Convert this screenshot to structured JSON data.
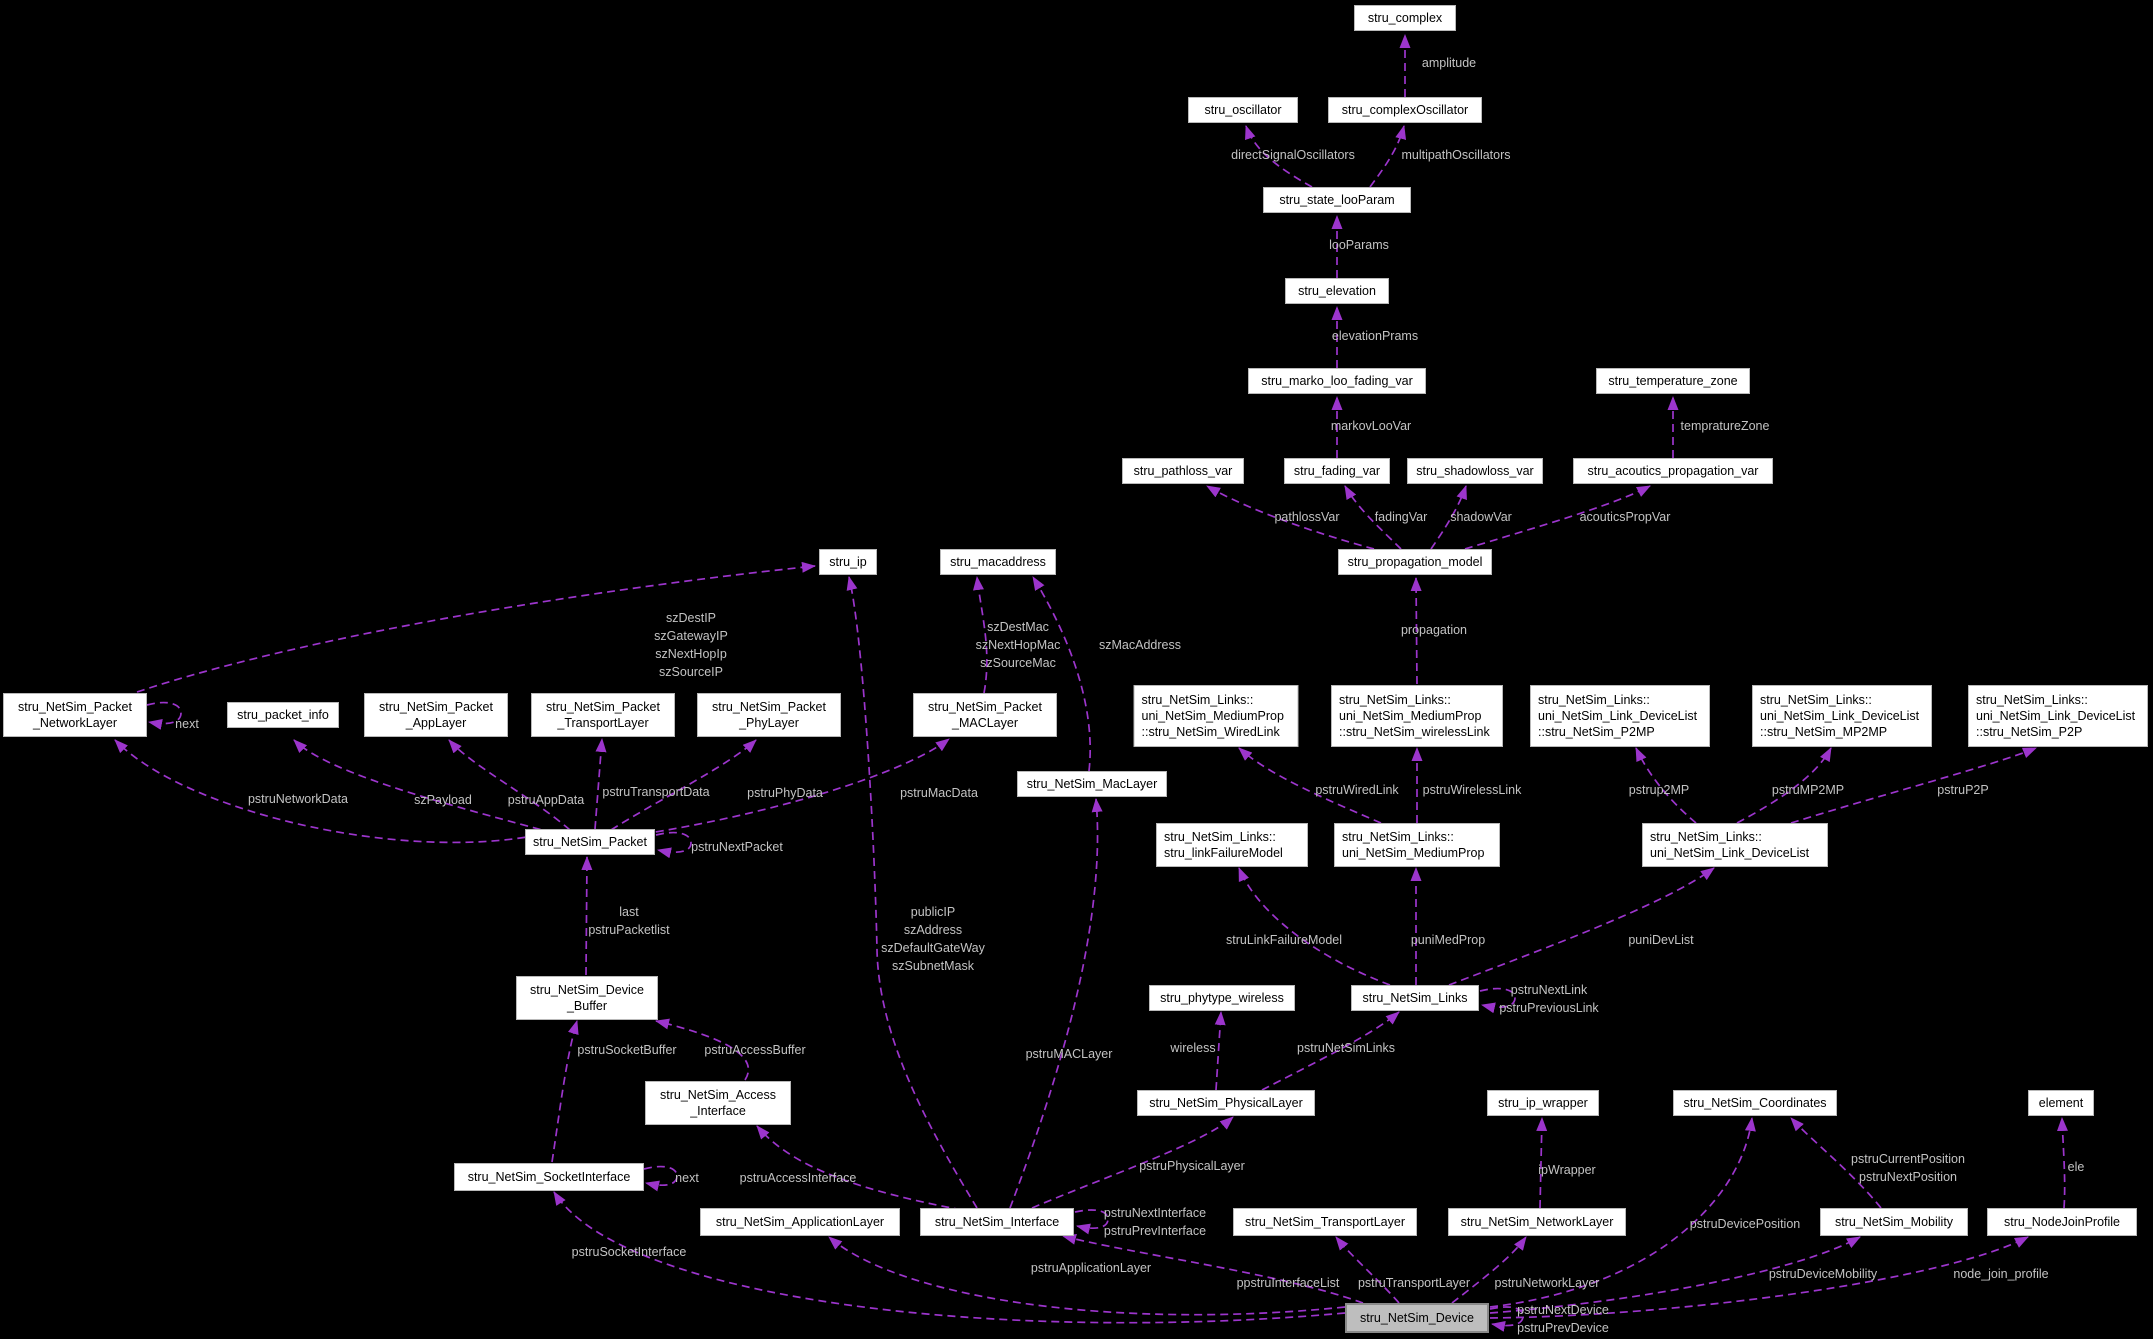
{
  "diagram": {
    "kind": "doxygen-collaboration-graph",
    "main_node": "stru_NetSim_Device"
  },
  "colors": {
    "background": "#000000",
    "edge": "#9c35cc",
    "edge_label": "#c3c3c3",
    "box_background": "#ffffff",
    "box_border": "#b9b9b9",
    "main_box_background": "#bebebe",
    "main_box_border": "#8a8a8a",
    "box_text": "#000000"
  },
  "nodes": [
    {
      "id": "complex",
      "label": "stru_complex"
    },
    {
      "id": "oscillator",
      "label": "stru_oscillator"
    },
    {
      "id": "complexOscillator",
      "label": "stru_complexOscillator"
    },
    {
      "id": "stateLooParam",
      "label": "stru_state_looParam"
    },
    {
      "id": "elevation",
      "label": "stru_elevation"
    },
    {
      "id": "marko",
      "label": "stru_marko_loo_fading_var"
    },
    {
      "id": "temperature",
      "label": "stru_temperature_zone"
    },
    {
      "id": "pathloss",
      "label": "stru_pathloss_var"
    },
    {
      "id": "fading",
      "label": "stru_fading_var"
    },
    {
      "id": "shadowloss",
      "label": "stru_shadowloss_var"
    },
    {
      "id": "acoutics",
      "label": "stru_acoutics_propagation_var"
    },
    {
      "id": "propmodel",
      "label": "stru_propagation_model"
    },
    {
      "id": "ip",
      "label": "stru_ip"
    },
    {
      "id": "macaddress",
      "label": "stru_macaddress"
    },
    {
      "id": "pktNetwork",
      "label": "stru_NetSim_Packet\n_NetworkLayer"
    },
    {
      "id": "packetInfo",
      "label": "stru_packet_info"
    },
    {
      "id": "pktApp",
      "label": "stru_NetSim_Packet\n_AppLayer"
    },
    {
      "id": "pktTransport",
      "label": "stru_NetSim_Packet\n_TransportLayer"
    },
    {
      "id": "pktPhy",
      "label": "stru_NetSim_Packet\n_PhyLayer"
    },
    {
      "id": "pktMac",
      "label": "stru_NetSim_Packet\n_MACLayer"
    },
    {
      "id": "wiredLink",
      "label": "stru_NetSim_Links::\nuni_NetSim_MediumProp\n::stru_NetSim_WiredLink"
    },
    {
      "id": "wirelessLink",
      "label": "stru_NetSim_Links::\nuni_NetSim_MediumProp\n::stru_NetSim_wirelessLink"
    },
    {
      "id": "p2mp",
      "label": "stru_NetSim_Links::\nuni_NetSim_Link_DeviceList\n::stru_NetSim_P2MP"
    },
    {
      "id": "mp2mp",
      "label": "stru_NetSim_Links::\nuni_NetSim_Link_DeviceList\n::stru_NetSim_MP2MP"
    },
    {
      "id": "p2p",
      "label": "stru_NetSim_Links::\nuni_NetSim_Link_DeviceList\n::stru_NetSim_P2P"
    },
    {
      "id": "macLayer",
      "label": "stru_NetSim_MacLayer"
    },
    {
      "id": "packet",
      "label": "stru_NetSim_Packet"
    },
    {
      "id": "linkFailure",
      "label": "stru_NetSim_Links::\nstru_linkFailureModel"
    },
    {
      "id": "mediumProp",
      "label": "stru_NetSim_Links::\nuni_NetSim_MediumProp"
    },
    {
      "id": "deviceList",
      "label": "stru_NetSim_Links::\nuni_NetSim_Link_DeviceList"
    },
    {
      "id": "buffer",
      "label": "stru_NetSim_Device\n_Buffer"
    },
    {
      "id": "phytype",
      "label": "stru_phytype_wireless"
    },
    {
      "id": "links",
      "label": "stru_NetSim_Links"
    },
    {
      "id": "access",
      "label": "stru_NetSim_Access\n_Interface"
    },
    {
      "id": "physical",
      "label": "stru_NetSim_PhysicalLayer"
    },
    {
      "id": "ipWrapperBox",
      "label": "stru_ip_wrapper"
    },
    {
      "id": "coordinates",
      "label": "stru_NetSim_Coordinates"
    },
    {
      "id": "element",
      "label": "element"
    },
    {
      "id": "socket",
      "label": "stru_NetSim_SocketInterface"
    },
    {
      "id": "appLayer",
      "label": "stru_NetSim_ApplicationLayer"
    },
    {
      "id": "interface",
      "label": "stru_NetSim_Interface"
    },
    {
      "id": "transportLayer",
      "label": "stru_NetSim_TransportLayer"
    },
    {
      "id": "networkLayer",
      "label": "stru_NetSim_NetworkLayer"
    },
    {
      "id": "mobility",
      "label": "stru_NetSim_Mobility"
    },
    {
      "id": "nodeJoin",
      "label": "stru_NodeJoinProfile"
    },
    {
      "id": "device",
      "label": "stru_NetSim_Device"
    }
  ],
  "edge_labels": [
    {
      "id": "amplitude",
      "text": "amplitude"
    },
    {
      "id": "directSignalOscillators",
      "text": "directSignalOscillators"
    },
    {
      "id": "multipathOscillators",
      "text": "multipathOscillators"
    },
    {
      "id": "looParams",
      "text": "looParams"
    },
    {
      "id": "elevationPrams",
      "text": "elevationPrams"
    },
    {
      "id": "markovLooVar",
      "text": "markovLooVar"
    },
    {
      "id": "tempratureZone",
      "text": "tempratureZone"
    },
    {
      "id": "pathlossVar",
      "text": "pathlossVar"
    },
    {
      "id": "fadingVar",
      "text": "fadingVar"
    },
    {
      "id": "shadowVar",
      "text": "shadowVar"
    },
    {
      "id": "acouticsPropVar",
      "text": "acouticsPropVar"
    },
    {
      "id": "propagation",
      "text": "propagation"
    },
    {
      "id": "ip_members",
      "text": "szDestIP\nszGatewayIP\nszNextHopIp\nszSourceIP"
    },
    {
      "id": "mac_members",
      "text": "szDestMac\nszNextHopMac\nszSourceMac"
    },
    {
      "id": "szMacAddress",
      "text": "szMacAddress"
    },
    {
      "id": "next_pktnet",
      "text": "next"
    },
    {
      "id": "pstruNetworkData",
      "text": "pstruNetworkData"
    },
    {
      "id": "szPayload",
      "text": "szPayload"
    },
    {
      "id": "pstruAppData",
      "text": "pstruAppData"
    },
    {
      "id": "pstruTransportData",
      "text": "pstruTransportData"
    },
    {
      "id": "pstruPhyData",
      "text": "pstruPhyData"
    },
    {
      "id": "pstruMacData",
      "text": "pstruMacData"
    },
    {
      "id": "pstruNextPacket",
      "text": "pstruNextPacket"
    },
    {
      "id": "pstruWiredLink",
      "text": "pstruWiredLink"
    },
    {
      "id": "pstruWirelessLink",
      "text": "pstruWirelessLink"
    },
    {
      "id": "pstrup2MP",
      "text": "pstrup2MP"
    },
    {
      "id": "pstruMP2MP",
      "text": "pstruMP2MP"
    },
    {
      "id": "pstruP2P",
      "text": "pstruP2P"
    },
    {
      "id": "struLinkFailureModel",
      "text": "struLinkFailureModel"
    },
    {
      "id": "puniMedProp",
      "text": "puniMedProp"
    },
    {
      "id": "puniDevList",
      "text": "puniDevList"
    },
    {
      "id": "packet_list",
      "text": "last\npstruPacketlist"
    },
    {
      "id": "pstruSocketBuffer",
      "text": "pstruSocketBuffer"
    },
    {
      "id": "pstruAccessBuffer",
      "text": "pstruAccessBuffer"
    },
    {
      "id": "interface_ips",
      "text": "publicIP\nszAddress\nszDefaultGateWay\nszSubnetMask"
    },
    {
      "id": "pstruMACLayer",
      "text": "pstruMACLayer"
    },
    {
      "id": "wireless",
      "text": "wireless"
    },
    {
      "id": "pstruNetSimLinks",
      "text": "pstruNetSimLinks"
    },
    {
      "id": "links_self",
      "text": "pstruNextLink\npstruPreviousLink"
    },
    {
      "id": "next_socket",
      "text": "next"
    },
    {
      "id": "pstruAccessInterface",
      "text": "pstruAccessInterface"
    },
    {
      "id": "pstruSocketInterface",
      "text": "pstruSocketInterface"
    },
    {
      "id": "pstruPhysicalLayer",
      "text": "pstruPhysicalLayer"
    },
    {
      "id": "interface_self",
      "text": "pstruNextInterface\npstruPrevInterface"
    },
    {
      "id": "pstruApplicationLayer",
      "text": "pstruApplicationLayer"
    },
    {
      "id": "ppstruInterfaceList",
      "text": "ppstruInterfaceList"
    },
    {
      "id": "pstruTransportLayer",
      "text": "pstruTransportLayer"
    },
    {
      "id": "pstruNetworkLayer",
      "text": "pstruNetworkLayer"
    },
    {
      "id": "ipWrapper",
      "text": "ipWrapper"
    },
    {
      "id": "pstruDevicePosition",
      "text": "pstruDevicePosition"
    },
    {
      "id": "mobility_pos",
      "text": "pstruCurrentPosition\npstruNextPosition"
    },
    {
      "id": "ele",
      "text": "ele"
    },
    {
      "id": "pstruDeviceMobility",
      "text": "pstruDeviceMobility"
    },
    {
      "id": "node_join_profile",
      "text": "node_join_profile"
    },
    {
      "id": "device_self",
      "text": "pstruNextDevice\npstruPrevDevice"
    }
  ]
}
